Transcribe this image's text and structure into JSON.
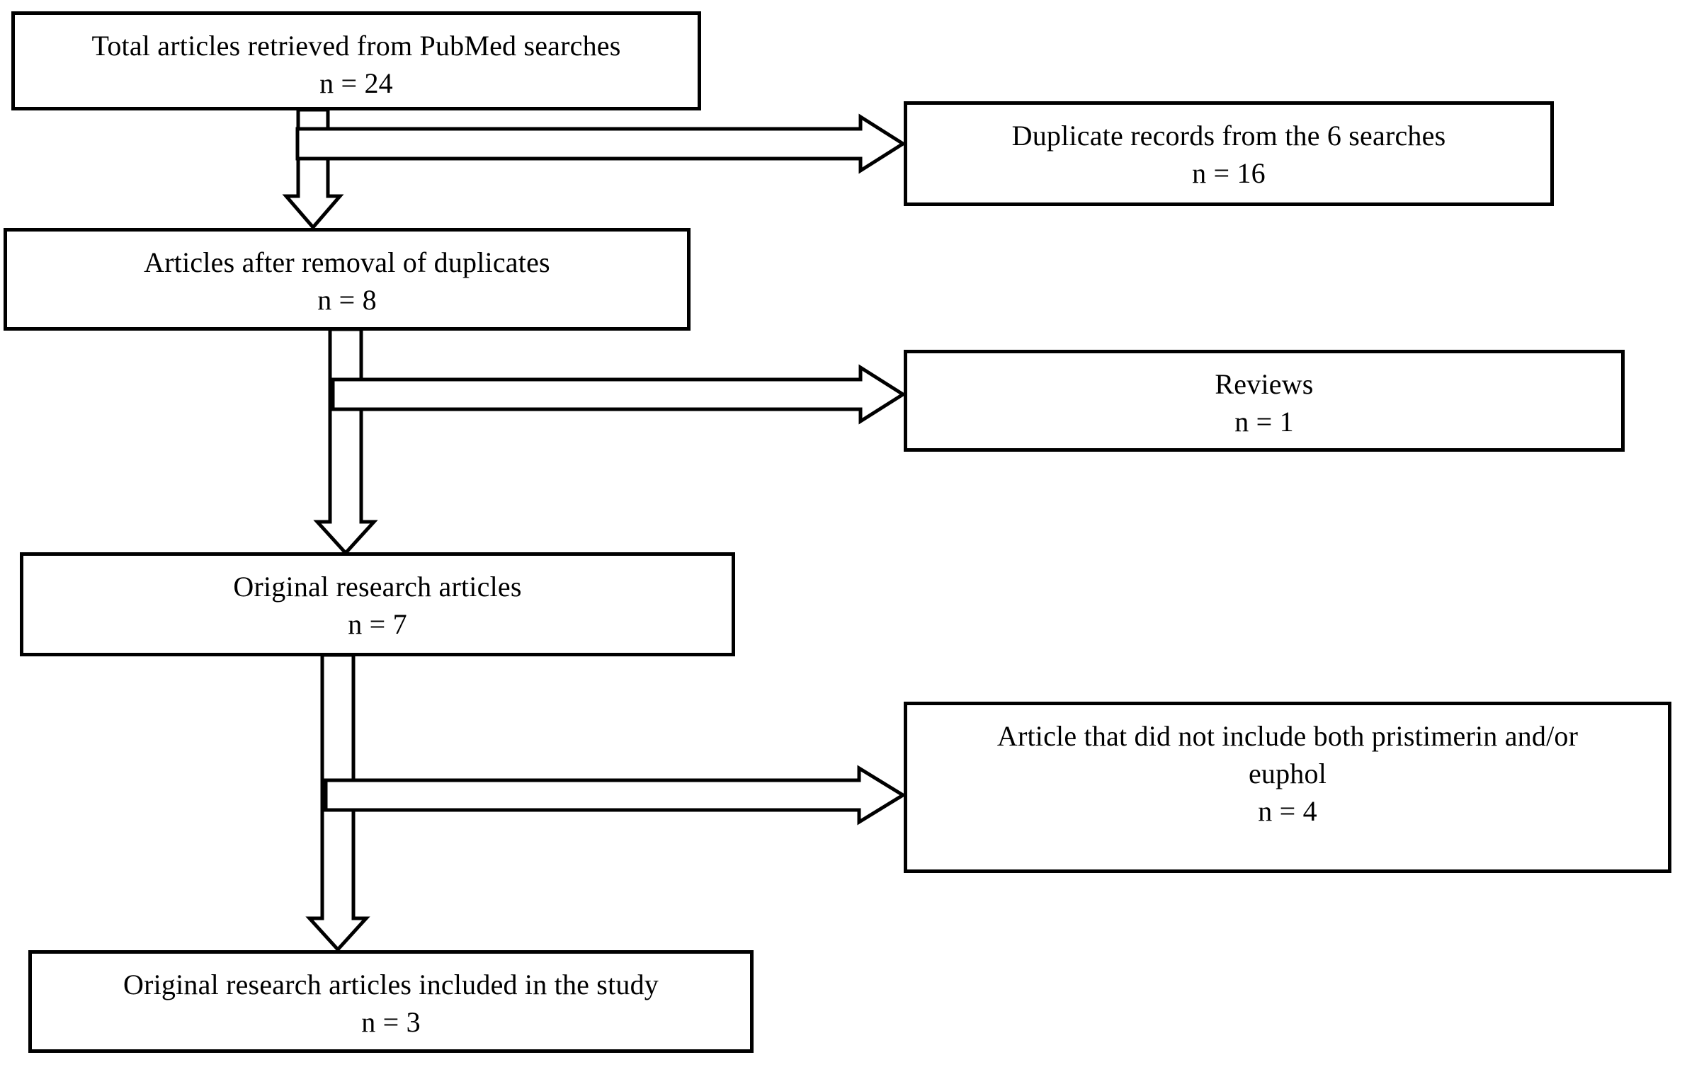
{
  "diagram": {
    "type": "prisma-flow-diagram",
    "title": "",
    "orientation": "top-to-bottom",
    "colors": {
      "background": "#ffffff",
      "box_border": "#000000",
      "box_fill": "#ffffff",
      "text": "#000000",
      "arrow_outline": "#000000",
      "arrow_fill": "#ffffff"
    },
    "nodes": [
      {
        "id": "total-articles",
        "column": "main",
        "lines": [
          "Total articles retrieved from PubMed searches",
          "n = 24"
        ],
        "label": "Total articles retrieved from PubMed searches",
        "count": "n = 24"
      },
      {
        "id": "duplicate-records",
        "column": "excluded",
        "lines": [
          "Duplicate records from the 6 searches",
          "n = 16"
        ],
        "label": "Duplicate records from the 6 searches",
        "count": "n = 16"
      },
      {
        "id": "after-removal",
        "column": "main",
        "lines": [
          "Articles after removal of duplicates",
          "n = 8"
        ],
        "label": "Articles after removal of duplicates",
        "count": "n = 8"
      },
      {
        "id": "reviews",
        "column": "excluded",
        "lines": [
          "Reviews",
          "n = 1"
        ],
        "label": "Reviews",
        "count": "n = 1"
      },
      {
        "id": "original-research",
        "column": "main",
        "lines": [
          "Original research articles",
          "n = 7"
        ],
        "label": "Original research articles",
        "count": "n = 7"
      },
      {
        "id": "not-included",
        "column": "excluded",
        "lines": [
          "Article that did not include both pristimerin and/or",
          "euphol",
          "n = 4"
        ],
        "label": "Article that did not include both pristimerin and/or euphol",
        "count": "n = 4"
      },
      {
        "id": "included-in-study",
        "column": "main",
        "lines": [
          "Original research articles included in the study",
          "n = 3"
        ],
        "label": "Original research articles included in the study",
        "count": "n = 3"
      }
    ],
    "edges": [
      {
        "id": "edge-total-to-after",
        "from": "total-articles",
        "to": "after-removal",
        "direction": "down",
        "style": "hollow-block-arrow"
      },
      {
        "id": "edge-total-to-duplicates",
        "from": "total-articles",
        "to": "duplicate-records",
        "direction": "right",
        "style": "hollow-block-arrow"
      },
      {
        "id": "edge-after-to-original",
        "from": "after-removal",
        "to": "original-research",
        "direction": "down",
        "style": "hollow-block-arrow"
      },
      {
        "id": "edge-after-to-reviews",
        "from": "after-removal",
        "to": "reviews",
        "direction": "right",
        "style": "hollow-block-arrow"
      },
      {
        "id": "edge-original-to-included",
        "from": "original-research",
        "to": "included-in-study",
        "direction": "down",
        "style": "hollow-block-arrow"
      },
      {
        "id": "edge-original-to-excluded",
        "from": "original-research",
        "to": "not-included",
        "direction": "right",
        "style": "hollow-block-arrow"
      }
    ]
  }
}
